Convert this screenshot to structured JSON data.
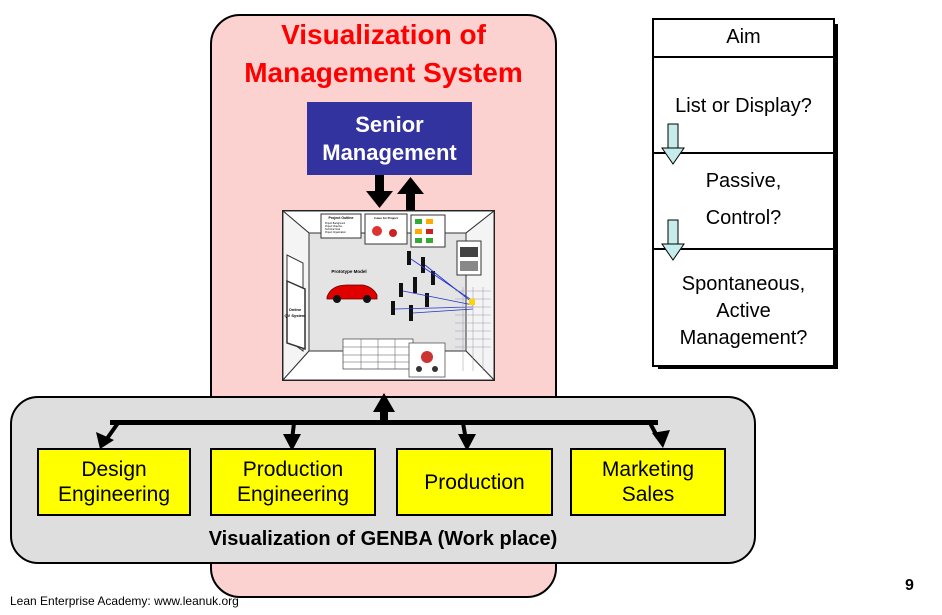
{
  "management": {
    "title_line1": "Visualization of",
    "title_line2": "Management System",
    "senior_line1": "Senior",
    "senior_line2": "Management"
  },
  "room": {
    "project_outline": "Project Outline",
    "project_outline_lines": [
      "Project Background",
      "Project Objective",
      "Technical Goal",
      "Project Organization"
    ],
    "issue_label": "Issue for Project",
    "prototype_label": "Prototype Model",
    "online_label_line1": "Online",
    "online_label_line2": "QV System"
  },
  "genba": {
    "title": "Visualization of GENBA (Work place)",
    "departments": [
      {
        "line1": "Design",
        "line2": "Engineering"
      },
      {
        "line1": "Production",
        "line2": "Engineering"
      },
      {
        "line1": "Production",
        "line2": ""
      },
      {
        "line1": "Marketing",
        "line2": "Sales"
      }
    ]
  },
  "aim": {
    "header": "Aim",
    "step1": "List or Display?",
    "step2_line1": "Passive,",
    "step2_line2": "Control?",
    "step3_line1": "Spontaneous,",
    "step3_line2": "Active",
    "step3_line3": "Management?"
  },
  "footer": {
    "credit": "Lean Enterprise Academy: www.leanuk.org",
    "page_number": "9"
  },
  "colors": {
    "management_fill": "#fcd2d0",
    "title_red": "#ff0000",
    "senior_blue": "#3333a0",
    "genba_fill": "#dedede",
    "department_yellow": "#ffff00",
    "flow_arrow_fill": "#c6ecec"
  }
}
